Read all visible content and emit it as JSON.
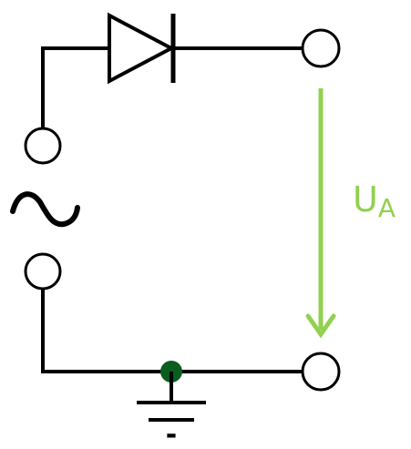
{
  "diagram": {
    "components": [
      "diode",
      "ac-source",
      "ground"
    ],
    "voltage_label": {
      "symbol": "U",
      "subscript": "A"
    },
    "ground_sign": "-",
    "colors": {
      "wire": "#000000",
      "voltage_arrow": "#92d050",
      "ground_node": "#0b5d1e",
      "terminal_fill": "#ffffff"
    }
  }
}
